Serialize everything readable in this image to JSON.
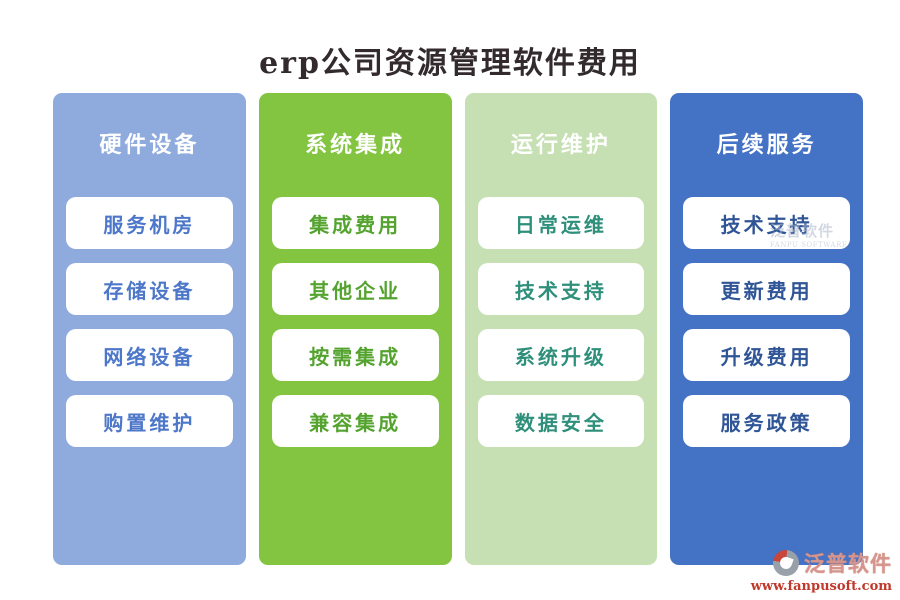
{
  "page": {
    "title": "erp公司资源管理软件费用",
    "title_color": "#332a2e"
  },
  "columns": [
    {
      "header": "硬件设备",
      "bg": "#8FAADC",
      "text_color": "#4D77C9",
      "items": [
        "服务机房",
        "存储设备",
        "网络设备",
        "购置维护"
      ]
    },
    {
      "header": "系统集成",
      "bg": "#83C441",
      "text_color": "#54A32F",
      "items": [
        "集成费用",
        "其他企业",
        "按需集成",
        "兼容集成"
      ]
    },
    {
      "header": "运行维护",
      "bg": "#C6E0B4",
      "text_color": "#2E8F7A",
      "items": [
        "日常运维",
        "技术支持",
        "系统升级",
        "数据安全"
      ]
    },
    {
      "header": "后续服务",
      "bg": "#4472C4",
      "text_color": "#2F5597",
      "items": [
        "技术支持",
        "更新费用",
        "升级费用",
        "服务政策"
      ]
    }
  ],
  "watermark": {
    "brand": "泛普软件",
    "sub": "FANPU SOFTWARE"
  },
  "footer": {
    "brand": "泛普软件",
    "url": "www.fanpusoft.com",
    "brand_color": "#d6958c",
    "url_color": "#c0392b"
  }
}
